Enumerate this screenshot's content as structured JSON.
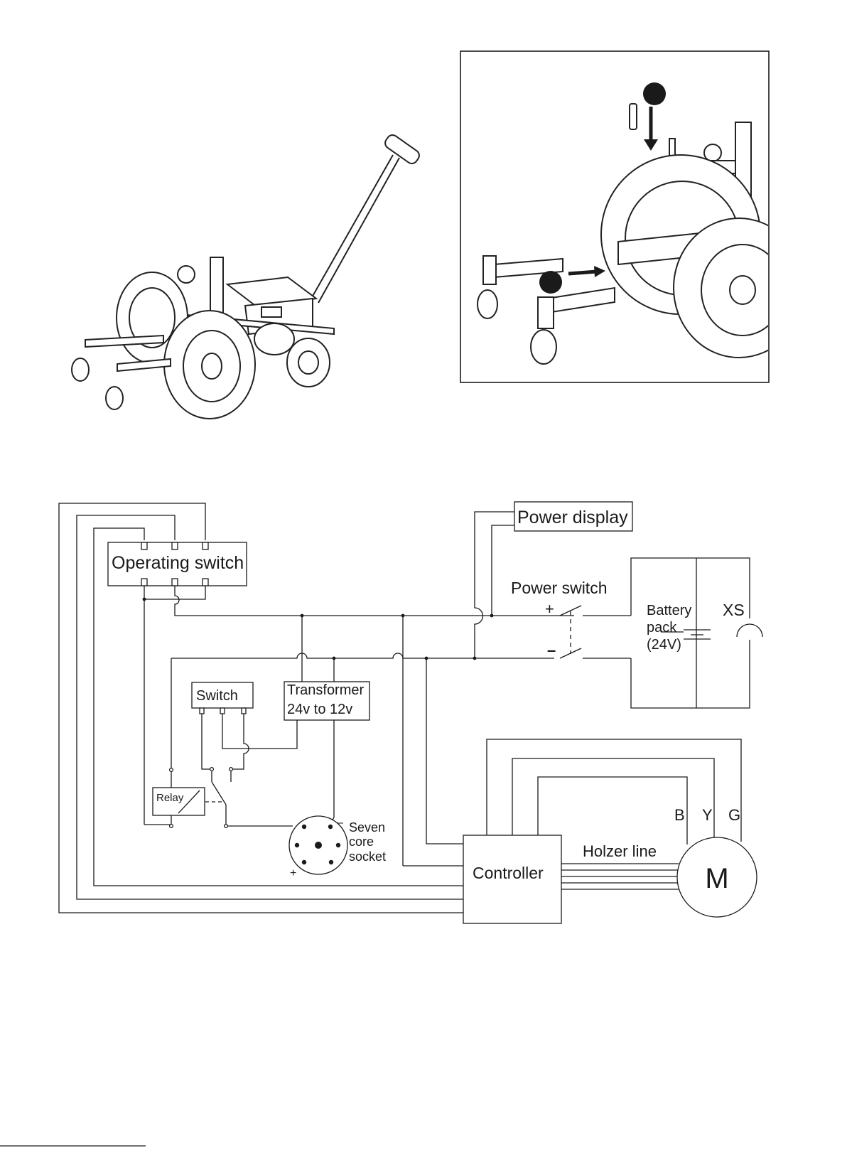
{
  "illustrations": {
    "tow_mover": "Tow mover (perspective view)",
    "assembly_detail": "Assembly detail",
    "step_markers": [
      "",
      ""
    ]
  },
  "wiring": {
    "operating_switch": "Operating switch",
    "power_display": "Power display",
    "power_switch": "Power switch",
    "plus_sign": "+",
    "minus_sign": "–",
    "battery_line1": "Battery",
    "battery_line2": "pack",
    "battery_line3": "(24V)",
    "xs": "XS",
    "switch": "Switch",
    "transformer_line1": "Transformer",
    "transformer_line2": "24v to 12v",
    "relay": "Relay",
    "socket_line1": "Seven",
    "socket_line2": "core",
    "socket_line3": "socket",
    "socket_minus": "–",
    "socket_plus": "+",
    "controller": "Controller",
    "holzer_line": "Holzer line",
    "motor": "M",
    "motor_b": "B",
    "motor_y": "Y",
    "motor_g": "G"
  }
}
